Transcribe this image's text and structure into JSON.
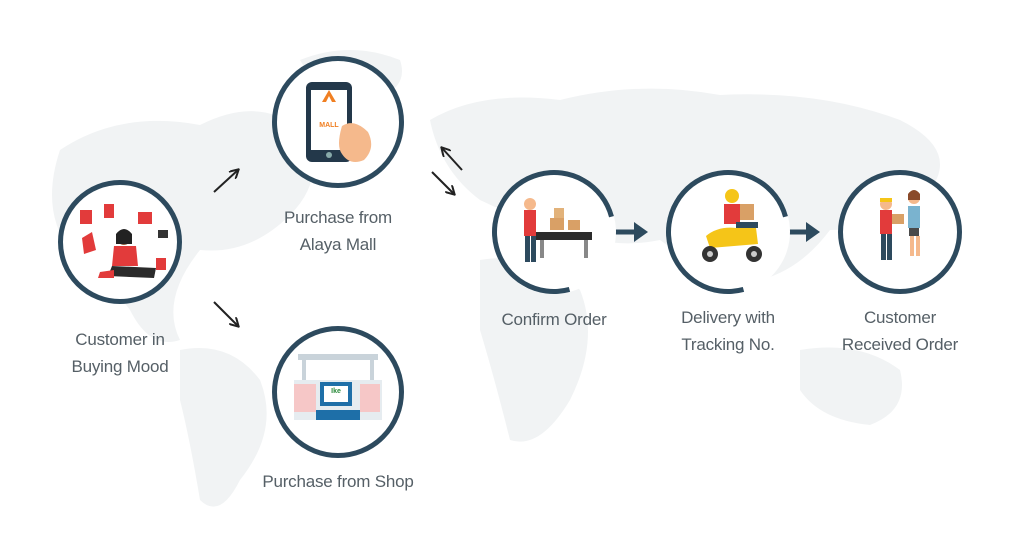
{
  "nodes": {
    "customer": {
      "line1": "Customer in",
      "line2": "Buying Mood"
    },
    "alaya": {
      "line1": "Purchase from",
      "line2": "Alaya Mall",
      "app_badge": "MALL"
    },
    "shop": {
      "line1": "Purchase from Shop",
      "sign": "Ike"
    },
    "confirm": {
      "line1": "Confirm Order"
    },
    "delivery": {
      "line1": "Delivery with",
      "line2": "Tracking No."
    },
    "received": {
      "line1": "Customer",
      "line2": "Received Order"
    }
  },
  "colors": {
    "ring": "#2d4a5e",
    "arrow": "#2d4a5e",
    "label": "#555f66",
    "accent_red": "#e23b3b",
    "accent_orange": "#f07f22",
    "map": "#f1f3f4"
  },
  "icons": [
    "up-right-arrow-icon",
    "down-right-arrow-icon",
    "double-arrow-icon",
    "right-arrow-icon"
  ]
}
